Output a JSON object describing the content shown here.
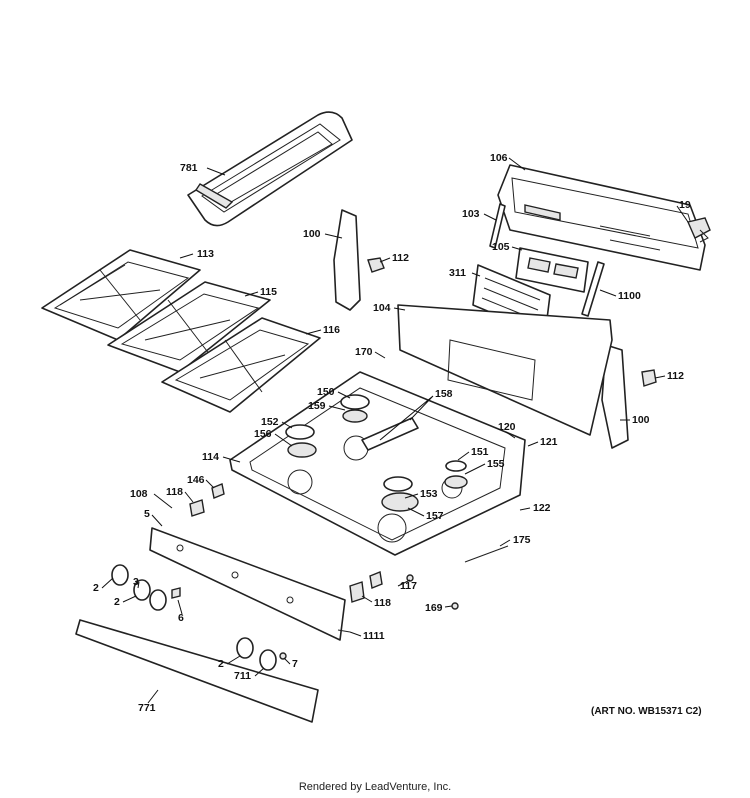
{
  "labels": {
    "l781": "781",
    "l106": "106",
    "l19": "19",
    "l103": "103",
    "l100a": "100",
    "l112a": "112",
    "l105": "105",
    "l113": "113",
    "l311": "311",
    "l1100": "1100",
    "l115": "115",
    "l104": "104",
    "l116": "116",
    "l170": "170",
    "l112b": "112",
    "l150": "150",
    "l158": "158",
    "l159": "159",
    "l100b": "100",
    "l152": "152",
    "l120": "120",
    "l156": "156",
    "l121": "121",
    "l151": "151",
    "l114": "114",
    "l155": "155",
    "l146": "146",
    "l118a": "118",
    "l108": "108",
    "l153": "153",
    "l122": "122",
    "l5": "5",
    "l157": "157",
    "l175": "175",
    "l2a": "2",
    "l3": "3",
    "l2b": "2",
    "l117": "117",
    "l118b": "118",
    "l6": "6",
    "l169": "169",
    "l1111": "1111",
    "l2c": "2",
    "l7": "7",
    "l711": "711",
    "l771": "771"
  },
  "art_number": "(ART NO. WB15371 C2)",
  "footer": "Rendered by LeadVenture, Inc."
}
